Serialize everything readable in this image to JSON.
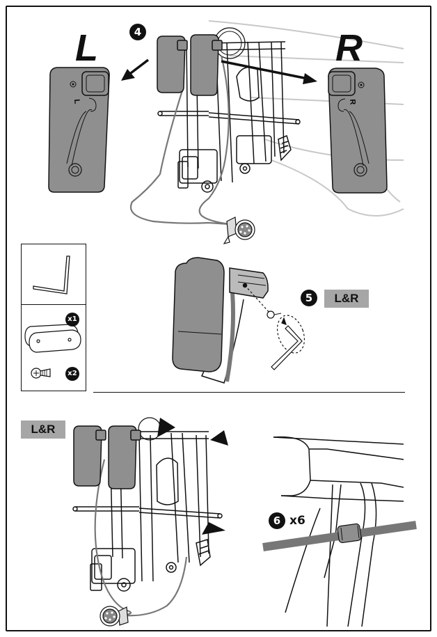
{
  "step4": {
    "number": "4",
    "left_label": "L",
    "right_label": "R",
    "left_part_mark": "L",
    "right_part_mark": "R"
  },
  "kit": {
    "count_1": "x1",
    "count_2": "x2"
  },
  "step5": {
    "number": "5",
    "tag": "L&R"
  },
  "step_bottom": {
    "tag": "L&R"
  },
  "step6": {
    "number": "6",
    "qty": "x6"
  },
  "colors": {
    "part_grey": "#8f8f8f",
    "tag_grey": "#a6a6a6",
    "line": "#111111",
    "car_grey": "#c8c8c8"
  }
}
